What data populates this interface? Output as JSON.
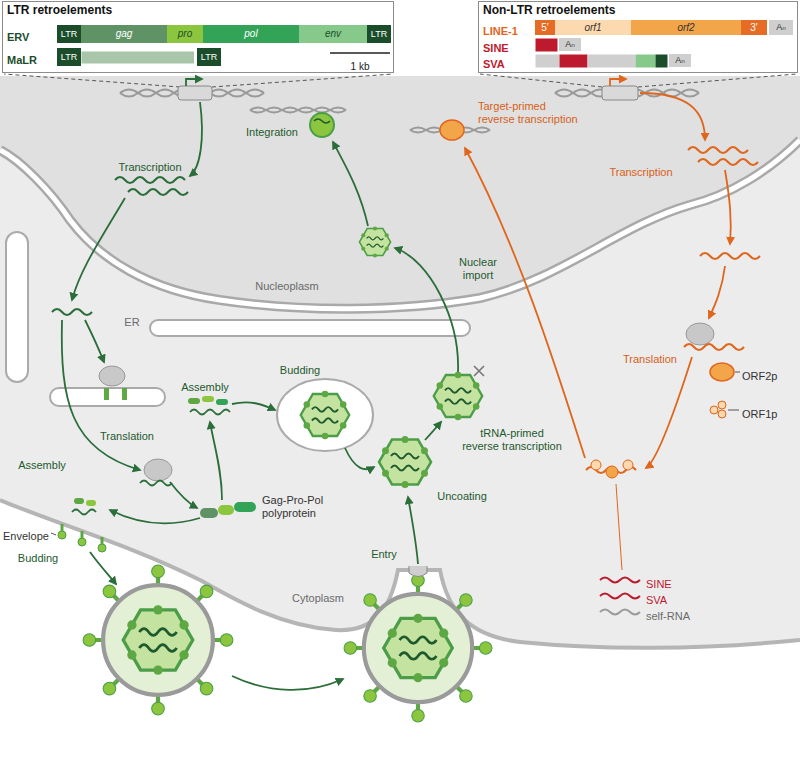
{
  "diagram": {
    "nodes": [
      {
        "text": [
          "LTR retroelements"
        ]
      },
      {
        "text": [
          "LTR"
        ],
        "in": 0
      },
      {
        "text": [
          "gag"
        ],
        "in": 0
      },
      {
        "text": [
          "pro"
        ],
        "in": 0
      },
      {
        "text": [
          "pol"
        ],
        "in": 0
      },
      {
        "text": [
          "env"
        ],
        "in": 0
      },
      {
        "text": [
          "LTR"
        ],
        "in": 0
      },
      {
        "text": [
          "LTR"
        ],
        "in": 0
      },
      {
        "text": [
          "LTR"
        ],
        "in": 0
      },
      {
        "text": [
          "Non-LTR retroelements"
        ]
      },
      {
        "text": [
          "5′"
        ],
        "in": 9
      },
      {
        "text": [
          "orf1"
        ],
        "in": 9
      },
      {
        "text": [
          "orf2"
        ],
        "in": 9
      },
      {
        "text": [
          "3′"
        ],
        "in": 9
      },
      {
        "text": [
          "Aₙ"
        ],
        "in": 9
      },
      {
        "text": [
          "Aₙ"
        ],
        "in": 9
      },
      {
        "text": [
          "Aₙ"
        ],
        "in": 9
      }
    ],
    "labels": [
      "ERV",
      "MaLR",
      "1 kb",
      "LINE-1",
      "SINE",
      "SVA",
      "Transcription",
      "Integration",
      "Nucleoplasm",
      "Nuclear import",
      "ER",
      "Budding",
      "tRNA-primed reverse transcription",
      "Translation",
      "Assembly",
      "Gag-Pro-Pol polyprotein",
      "Uncoating",
      "Assembly",
      "Envelope",
      "Cytoplasm",
      "Budding",
      "Entry",
      "Transcription",
      "Target-primed reverse transcription",
      "Translation",
      "ORF2p",
      "ORF1p"
    ],
    "legend": [
      {
        "text": "SINE"
      },
      {
        "text": "SVA"
      },
      {
        "text": "self-RNA"
      }
    ]
  }
}
